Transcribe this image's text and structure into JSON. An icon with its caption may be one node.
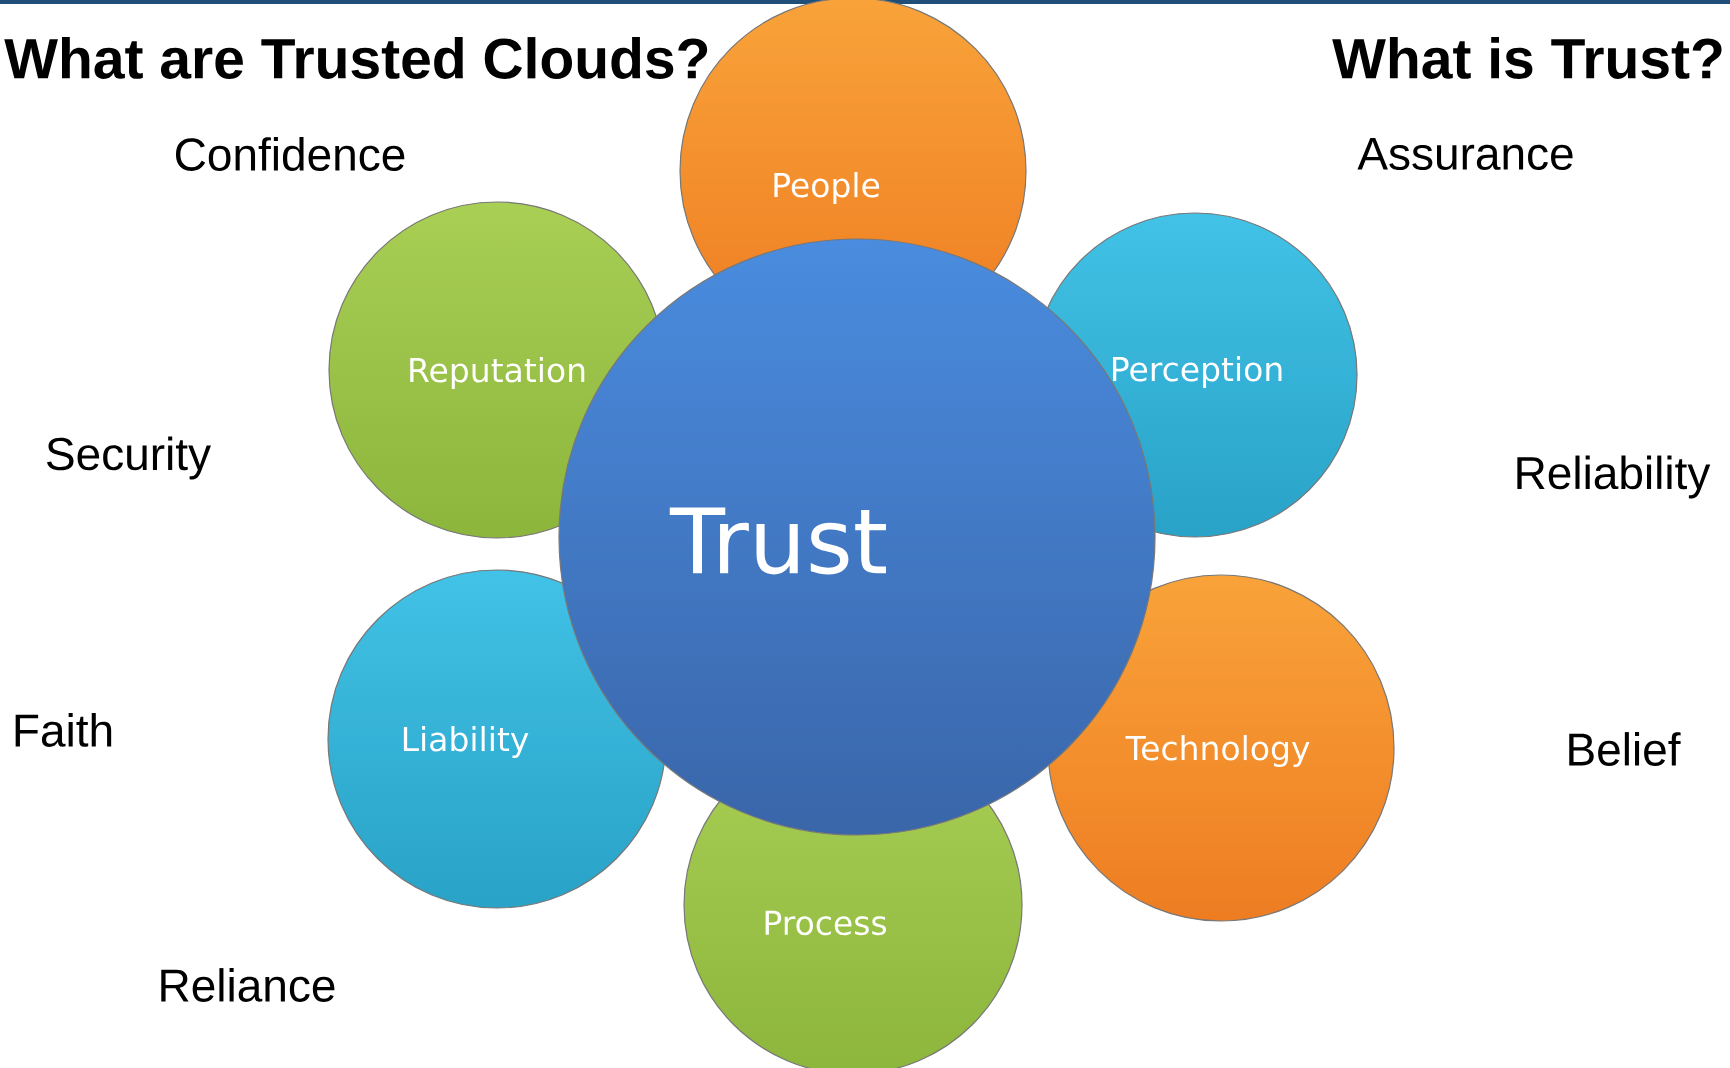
{
  "diagram": {
    "title": "What are Trusted Clouds?",
    "nodes": [
      {
        "text": [
          "People"
        ]
      },
      {
        "text": [
          "Reputation"
        ]
      },
      {
        "text": [
          "Perception"
        ]
      },
      {
        "text": [
          "Trust"
        ]
      },
      {
        "text": [
          "Liability"
        ]
      },
      {
        "text": [
          "Technology"
        ]
      },
      {
        "text": [
          "Process"
        ]
      }
    ],
    "labels": [
      "What is Trust?",
      "Confidence",
      "Assurance",
      "Security",
      "Reliability",
      "Faith",
      "Belief",
      "Reliance"
    ]
  }
}
